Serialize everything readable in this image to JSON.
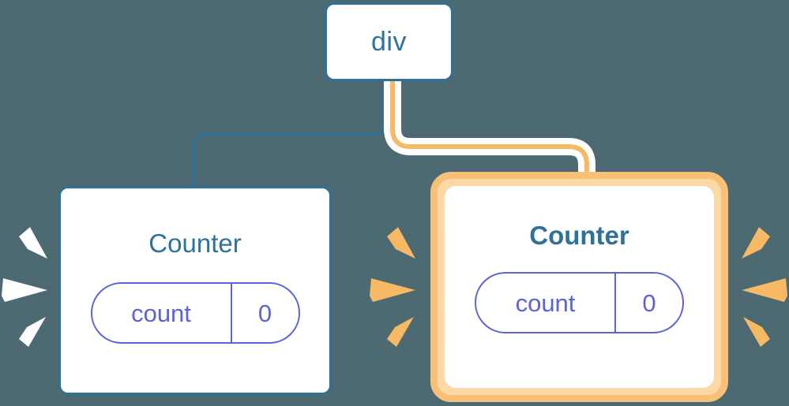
{
  "diagram": {
    "type": "component-tree",
    "background_color": "#4d6a73",
    "nodes": [
      {
        "id": "div",
        "label": "div",
        "role": "root-element",
        "highlighted": false,
        "border_color": "#2f7299",
        "text_color": "#2f7299"
      },
      {
        "id": "counter-left",
        "label": "Counter",
        "role": "component",
        "highlighted": false,
        "bold": false,
        "border_color": "#2f7299",
        "text_color": "#2f7299",
        "state": {
          "key": "count",
          "value": "0"
        }
      },
      {
        "id": "counter-right",
        "label": "Counter",
        "role": "component",
        "highlighted": true,
        "bold": true,
        "border_color": "#f9c178",
        "halo_color": "#fbd9a7",
        "text_color": "#2f7299",
        "state": {
          "key": "count",
          "value": "0"
        }
      }
    ],
    "edges": [
      {
        "from": "div",
        "to": "counter-left",
        "color": "#2f7299",
        "highlighted": false
      },
      {
        "from": "div",
        "to": "counter-right",
        "color": "#f7b964",
        "highlighted": true
      }
    ],
    "sparks": [
      {
        "id": "left-outer",
        "color": "#ffffff",
        "direction": "left",
        "count": 3
      },
      {
        "id": "middle",
        "color": "#f7b964",
        "direction": "left",
        "count": 3
      },
      {
        "id": "right-outer",
        "color": "#f7b964",
        "direction": "right",
        "count": 3
      }
    ],
    "state_label_color": "#5c63d8"
  }
}
